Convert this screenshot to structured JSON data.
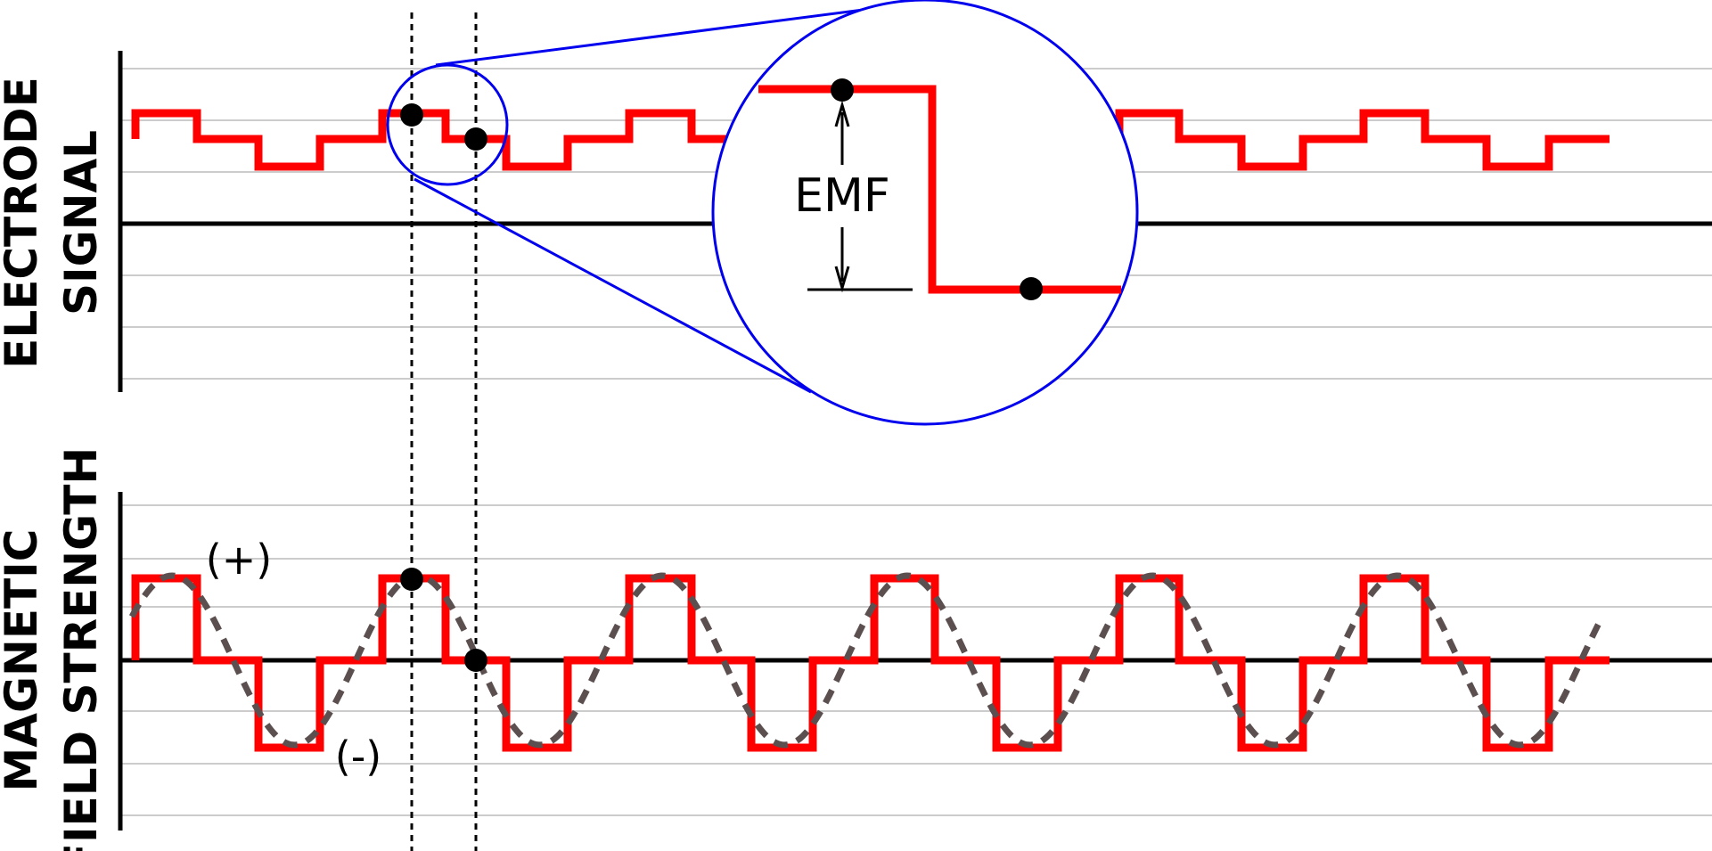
{
  "labels": {
    "electrode_line1": "ELECTRODE",
    "electrode_line2": "SIGNAL",
    "magnetic_line1": "MAGNETIC",
    "magnetic_line2": "FIELD STRENGTH",
    "positive": "(+)",
    "negative": "(-)",
    "emf": "EMF"
  },
  "colors": {
    "signal": "#ff0000",
    "zoom": "#0000ee",
    "sine": "#5c4f4f",
    "axis": "#000000",
    "grid": "#cccccc"
  },
  "electrode_signal": {
    "description_levels": [
      "high",
      "mid",
      "low",
      "mid"
    ],
    "pattern_cycles": 6
  },
  "magnetic_field": {
    "pattern": [
      "+",
      "0",
      "-",
      "0"
    ],
    "pattern_cycles": 6
  }
}
